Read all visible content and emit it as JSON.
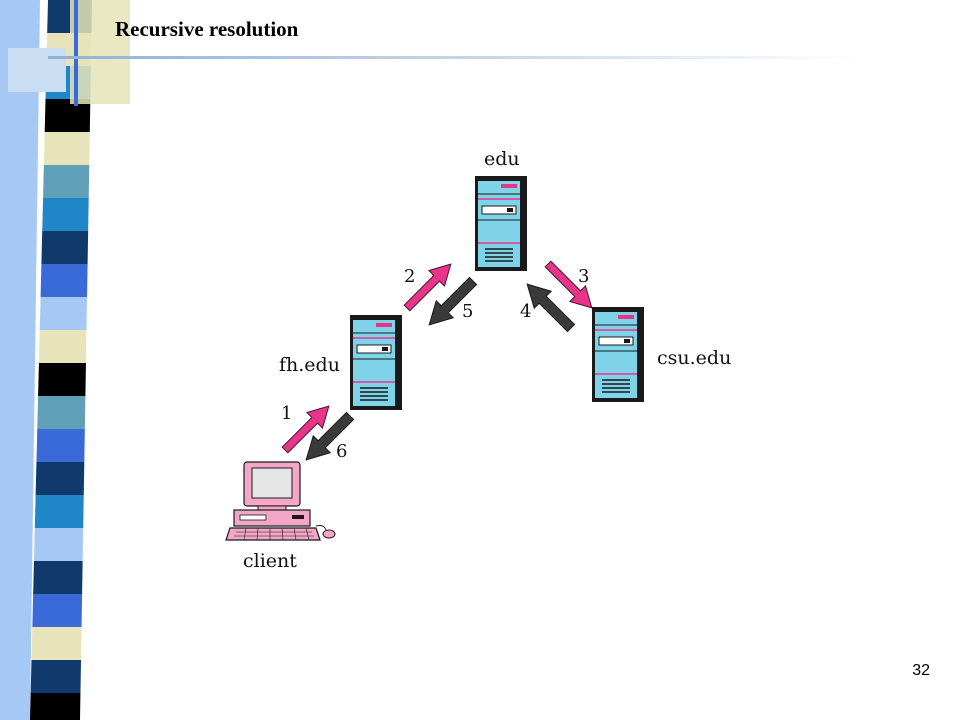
{
  "slide": {
    "title": "Recursive resolution",
    "page_number": "32"
  },
  "diagram": {
    "nodes": {
      "edu": "edu",
      "fh": "fh.edu",
      "csu": "csu.edu",
      "client": "client"
    },
    "steps": [
      "1",
      "2",
      "3",
      "4",
      "5",
      "6"
    ],
    "colors": {
      "request_arrow": "#e8358a",
      "response_arrow": "#3a3a3a",
      "server_front": "#7fd3e8",
      "server_side": "#1a1a1a",
      "server_accent": "#e8358a",
      "client_body": "#f4a6c8"
    }
  },
  "decoration": {
    "stripe_colors": [
      "#0f3a6b",
      "#e6e4b8",
      "#1f86c8",
      "#5fa0b8",
      "#3a6ad8",
      "#a6c8f5",
      "#000000"
    ]
  }
}
